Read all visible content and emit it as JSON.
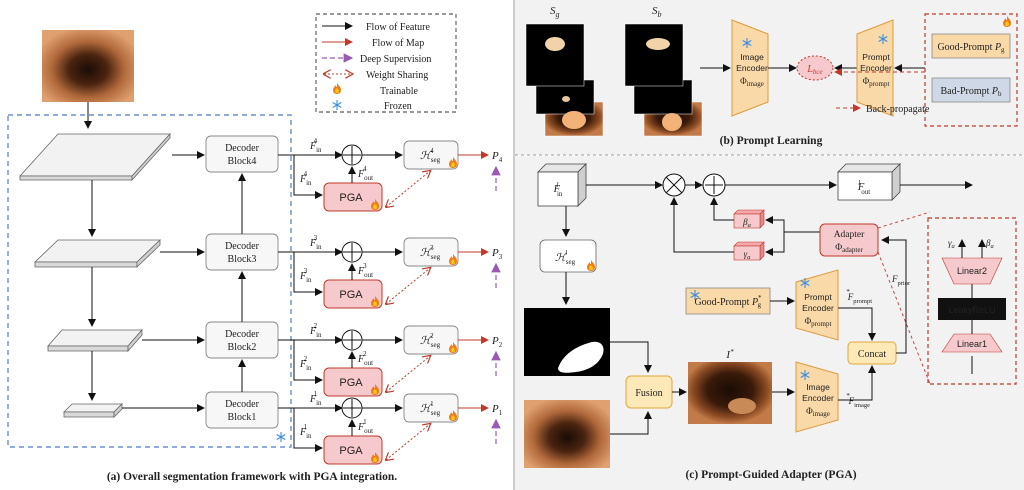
{
  "colors": {
    "flow_feature": "#111111",
    "flow_map": "#c0392b",
    "deep_supervision": "#9b59b6",
    "weight_sharing": "#c0392b",
    "pga_fill": "#f6c9cc",
    "pga_stroke": "#c0392b",
    "encoder_fill": "#f9d9a8",
    "encoder_stroke": "#e09a3a",
    "good_prompt_fill": "#f9d9a8",
    "bad_prompt_fill": "#cfd8e6",
    "frozen_blue": "#3a8ee6",
    "panel_bg": "#f2f2f2",
    "dashed_blue": "#6b8fd6",
    "dashed_red": "#c0392b"
  },
  "icons": {
    "trainable": "flame-icon",
    "frozen": "snowflake-icon"
  },
  "legend": {
    "items": [
      {
        "label": "Flow of Feature"
      },
      {
        "label": "Flow of Map"
      },
      {
        "label": "Deep Supervision"
      },
      {
        "label": "Weight Sharing"
      },
      {
        "label": "Trainable"
      },
      {
        "label": "Frozen"
      }
    ]
  },
  "panel_a": {
    "caption": "(a) Overall segmentation framework with PGA integration.",
    "decoders": [
      {
        "line1": "Decoder",
        "line2": "Block4",
        "fin": "F",
        "fin_sub": "in",
        "fin_sup": "4",
        "fout_sup": "4",
        "head_sup": "4",
        "p": "P",
        "p_sub": "4"
      },
      {
        "line1": "Decoder",
        "line2": "Block3",
        "fin": "F",
        "fin_sub": "in",
        "fin_sup": "3",
        "fout_sup": "3",
        "head_sup": "3",
        "p": "P",
        "p_sub": "3"
      },
      {
        "line1": "Decoder",
        "line2": "Block2",
        "fin": "F",
        "fin_sub": "in",
        "fin_sup": "2",
        "fout_sup": "2",
        "head_sup": "2",
        "p": "P",
        "p_sub": "2"
      },
      {
        "line1": "Decoder",
        "line2": "Block1",
        "fin": "F",
        "fin_sub": "in",
        "fin_sup": "1",
        "fout_sup": "1",
        "head_sup": "1",
        "p": "P",
        "p_sub": "1"
      }
    ],
    "pga_label": "PGA",
    "head_symbol": "ℋ",
    "head_sub": "seg",
    "fout": "F",
    "fout_sub": "out"
  },
  "panel_b": {
    "caption": "(b) Prompt Learning",
    "sg": "S",
    "sg_sub": "g",
    "sb": "S",
    "sb_sub": "b",
    "image_encoder": {
      "line1": "Image",
      "line2": "Encoder",
      "line3": "Φ",
      "line3_sub": "image"
    },
    "prompt_encoder": {
      "line1": "Prompt",
      "line2": "Encoder",
      "line3": "Φ",
      "line3_sub": "prompt"
    },
    "loss": "L",
    "loss_sub": "bce",
    "good_prompt": "Good-Prompt",
    "good_prompt_sym": "P",
    "good_prompt_sub": "g",
    "bad_prompt": "Bad-Prompt",
    "bad_prompt_sym": "P",
    "bad_prompt_sub": "b",
    "back_propagate": "Back-propagate"
  },
  "panel_c": {
    "caption": "(c) Prompt-Guided Adapter (PGA)",
    "fin": "F",
    "fin_sub": "in",
    "fin_sup": "l",
    "fout": "F",
    "fout_sub": "out",
    "fout_sup": "l",
    "head": "ℋ",
    "head_sub": "seg",
    "head_sup": "l",
    "beta": "β",
    "beta_sub": "a",
    "gamma": "γ",
    "gamma_sub": "a",
    "adapter_line1": "Adapter",
    "adapter_line2": "Φ",
    "adapter_line2_sub": "adapter",
    "fprior": "F",
    "fprior_sub": "prior",
    "good_prompt": "Good-Prompt",
    "good_prompt_sym": "P",
    "good_prompt_sub": "g",
    "good_prompt_sup": "*",
    "prompt_encoder": {
      "line1": "Prompt",
      "line2": "Encoder",
      "line3": "Φ",
      "line3_sub": "prompt"
    },
    "image_encoder": {
      "line1": "Image",
      "line2": "Encoder",
      "line3": "Φ",
      "line3_sub": "image"
    },
    "fprompt": "F",
    "fprompt_sub": "prompt",
    "fprompt_sup": "*",
    "fimage": "F",
    "fimage_sub": "image",
    "fimage_sup": "*",
    "concat": "Concat",
    "fusion": "Fusion",
    "istar": "I",
    "istar_sup": "*",
    "linear2": "Linear2",
    "linear1": "Linear1",
    "leaky": "LeakyReLU",
    "gamma_out": "γ",
    "gamma_out_sub": "a",
    "beta_out": "β",
    "beta_out_sub": "a"
  }
}
